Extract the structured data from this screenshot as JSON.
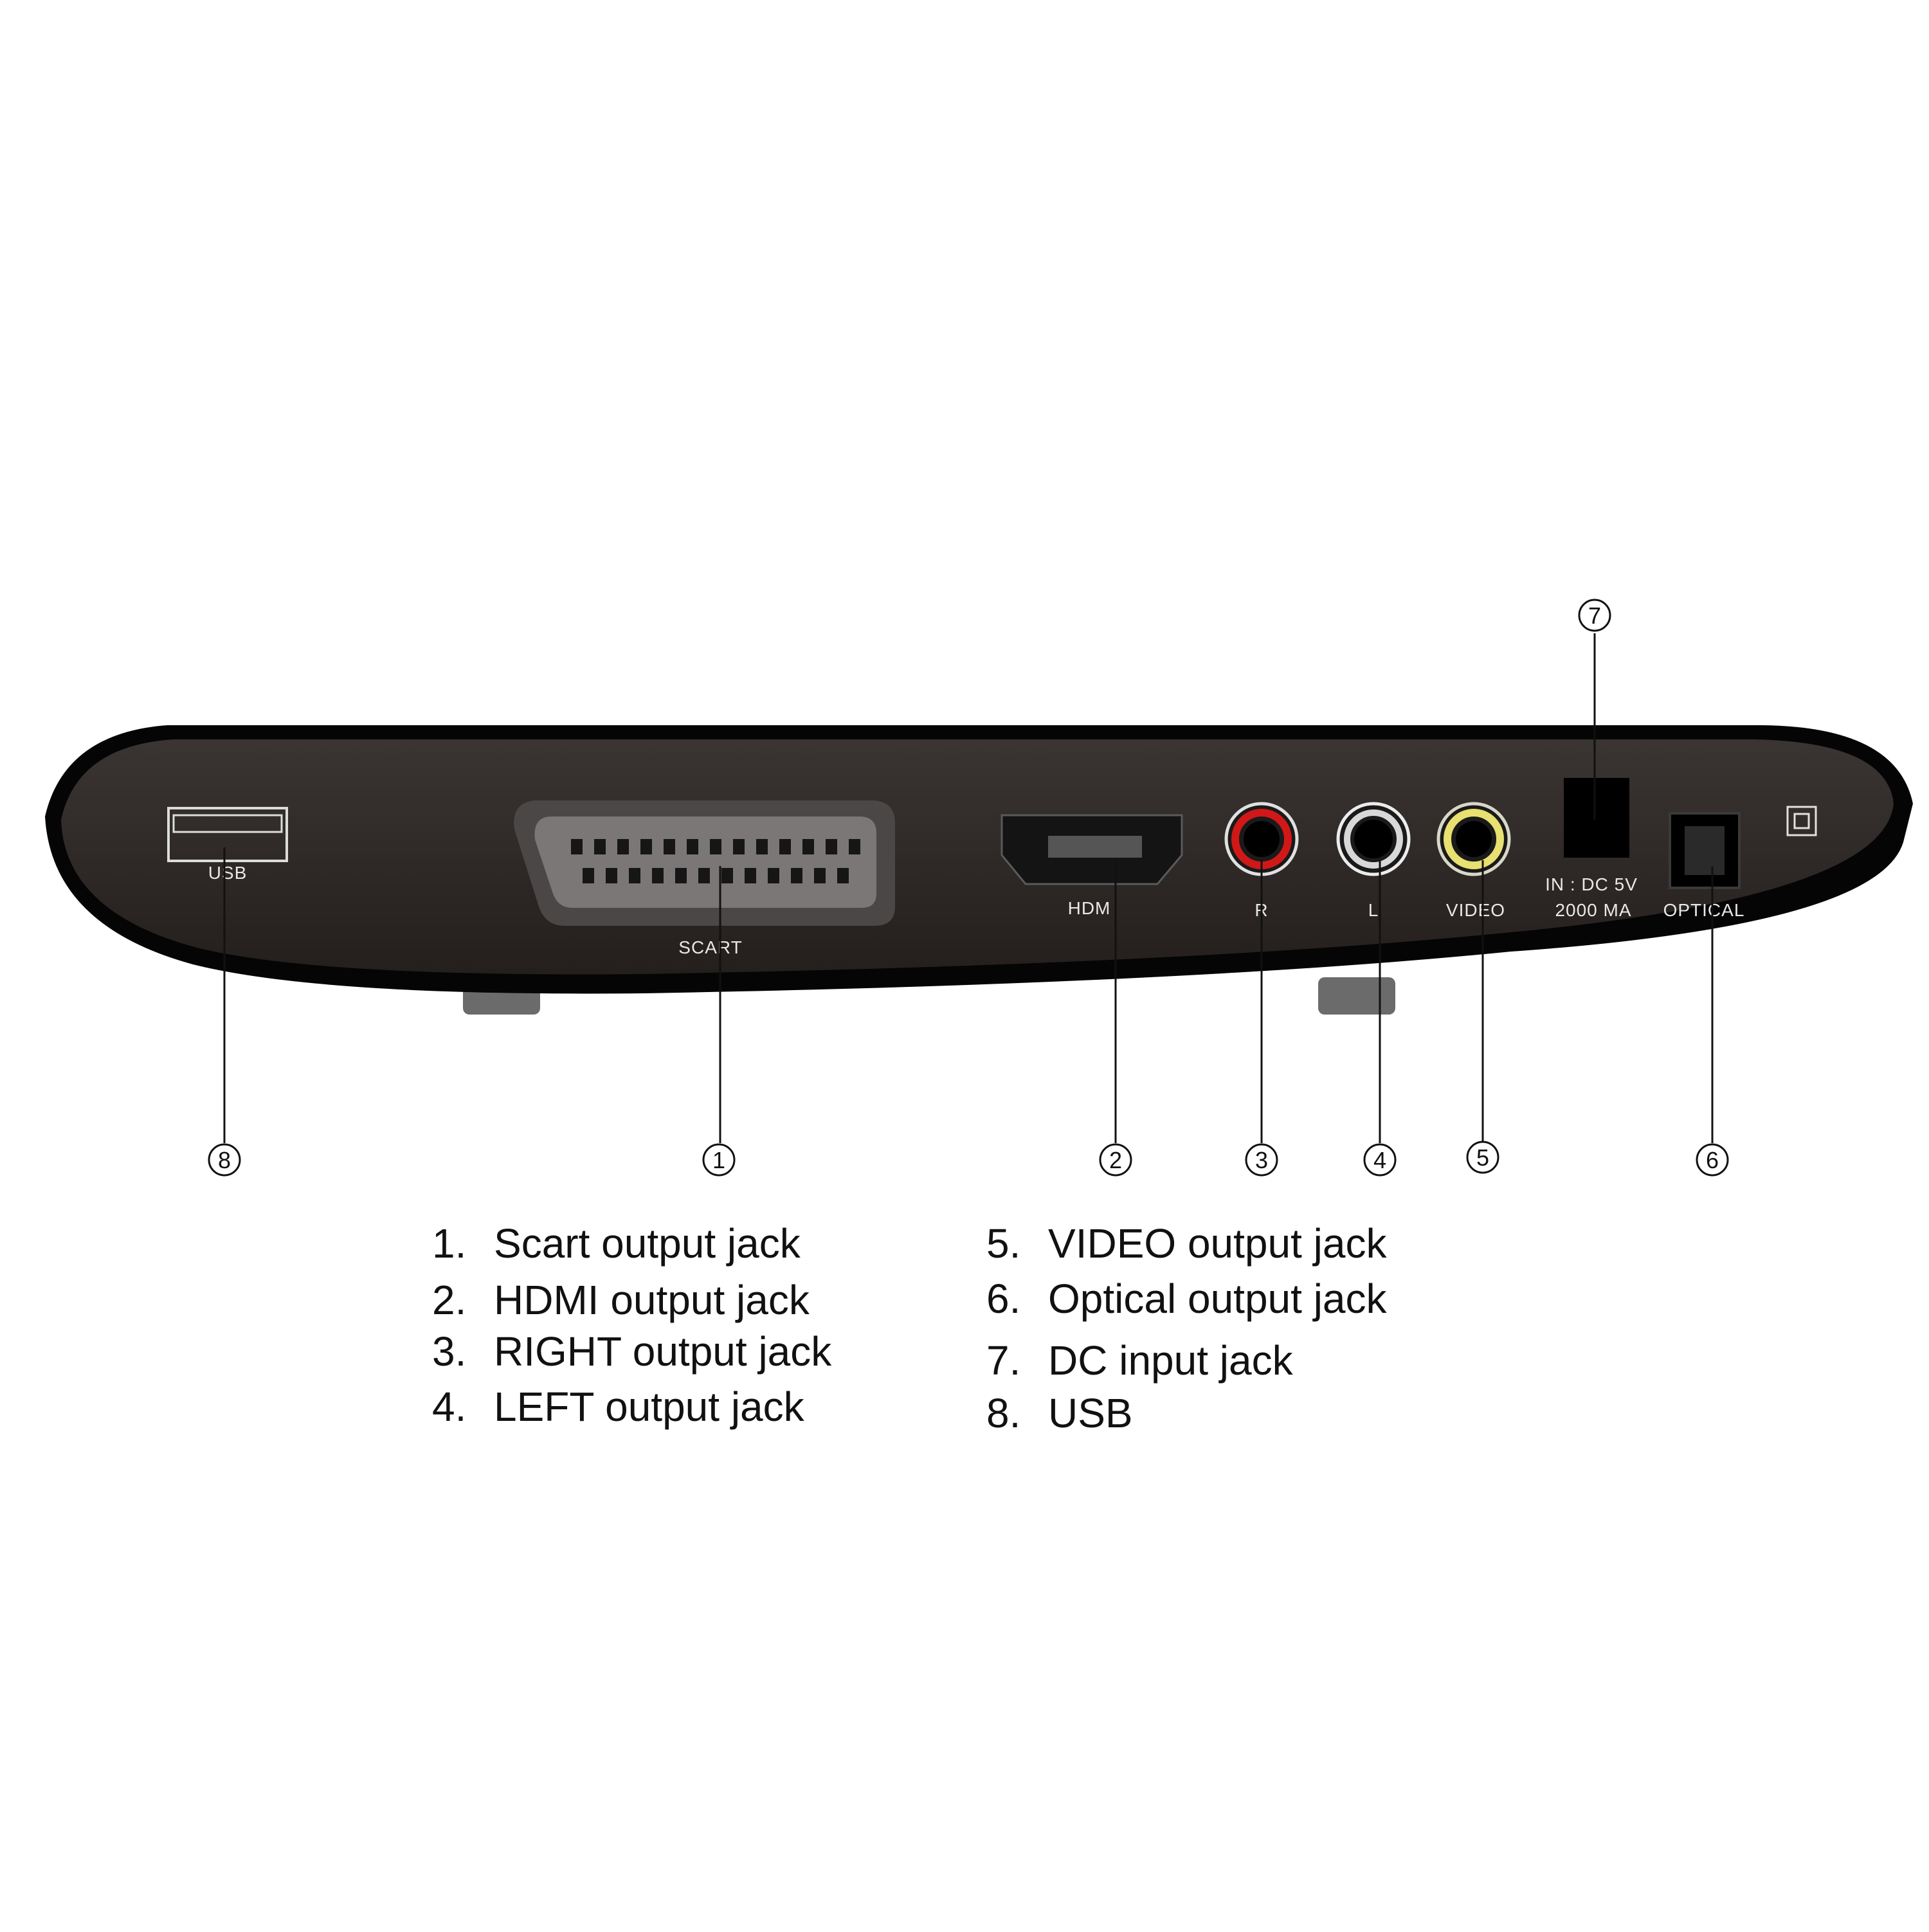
{
  "device": {
    "ports": {
      "usb": "USB",
      "scart": "SCART",
      "hdmi": "HDM",
      "right": "R",
      "left": "L",
      "video": "VIDEO",
      "dc_line1": "IN : DC 5V",
      "dc_line2": "2000 MA",
      "optical": "OPTICAL"
    }
  },
  "callouts": [
    "1",
    "2",
    "3",
    "4",
    "5",
    "6",
    "7",
    "8"
  ],
  "legend": [
    {
      "num": "1.",
      "text": "Scart output jack"
    },
    {
      "num": "2.",
      "text": "HDMI output jack"
    },
    {
      "num": "3.",
      "text": "RIGHT  output jack"
    },
    {
      "num": "4.",
      "text": "LEFT  output jack"
    },
    {
      "num": "5.",
      "text": "VIDEO output jack"
    },
    {
      "num": "6.",
      "text": "Optical output jack"
    },
    {
      "num": "7.",
      "text": "DC input jack"
    },
    {
      "num": "8.",
      "text": "USB"
    }
  ],
  "colors": {
    "body": "#2a2624",
    "rim": "#050505",
    "right_jack": "#d01818",
    "video_jack": "#e8e070",
    "left_jack": "#d8d8d8"
  }
}
